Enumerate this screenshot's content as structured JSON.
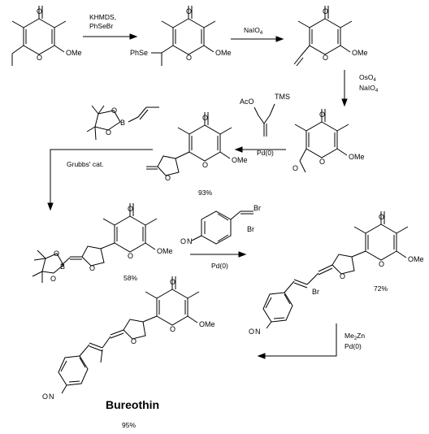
{
  "atoms": {
    "O": "O",
    "OMe": "OMe",
    "PhSe": "PhSe",
    "AcO": "AcO",
    "TMS": "TMS",
    "B": "B",
    "O_nitro": "O",
    "N_nitro": "N",
    "Br": "Br"
  },
  "reagents": {
    "step1_line1": "KHMDS,",
    "step1_line2": "PhSeBr",
    "step2": "NaIO",
    "step2_sub": "4",
    "step3_line1": "OsO",
    "step3_line1_sub": "4",
    "step3_line2": "NaIO",
    "step3_line2_sub": "4",
    "step4": "Pd(0)",
    "step5": "Grubbs' cat.",
    "step6": "Pd(0)",
    "step7_line1": "Me",
    "step7_line1_sub": "2",
    "step7_line1_tail": "Zn",
    "step7_line2": "Pd(0)"
  },
  "yields": {
    "step4": "93%",
    "step5": "58%",
    "step6": "72%",
    "step7": "95%"
  },
  "product_name": "Bureothin",
  "colors": {
    "ink": "#000000",
    "background": "#ffffff"
  }
}
